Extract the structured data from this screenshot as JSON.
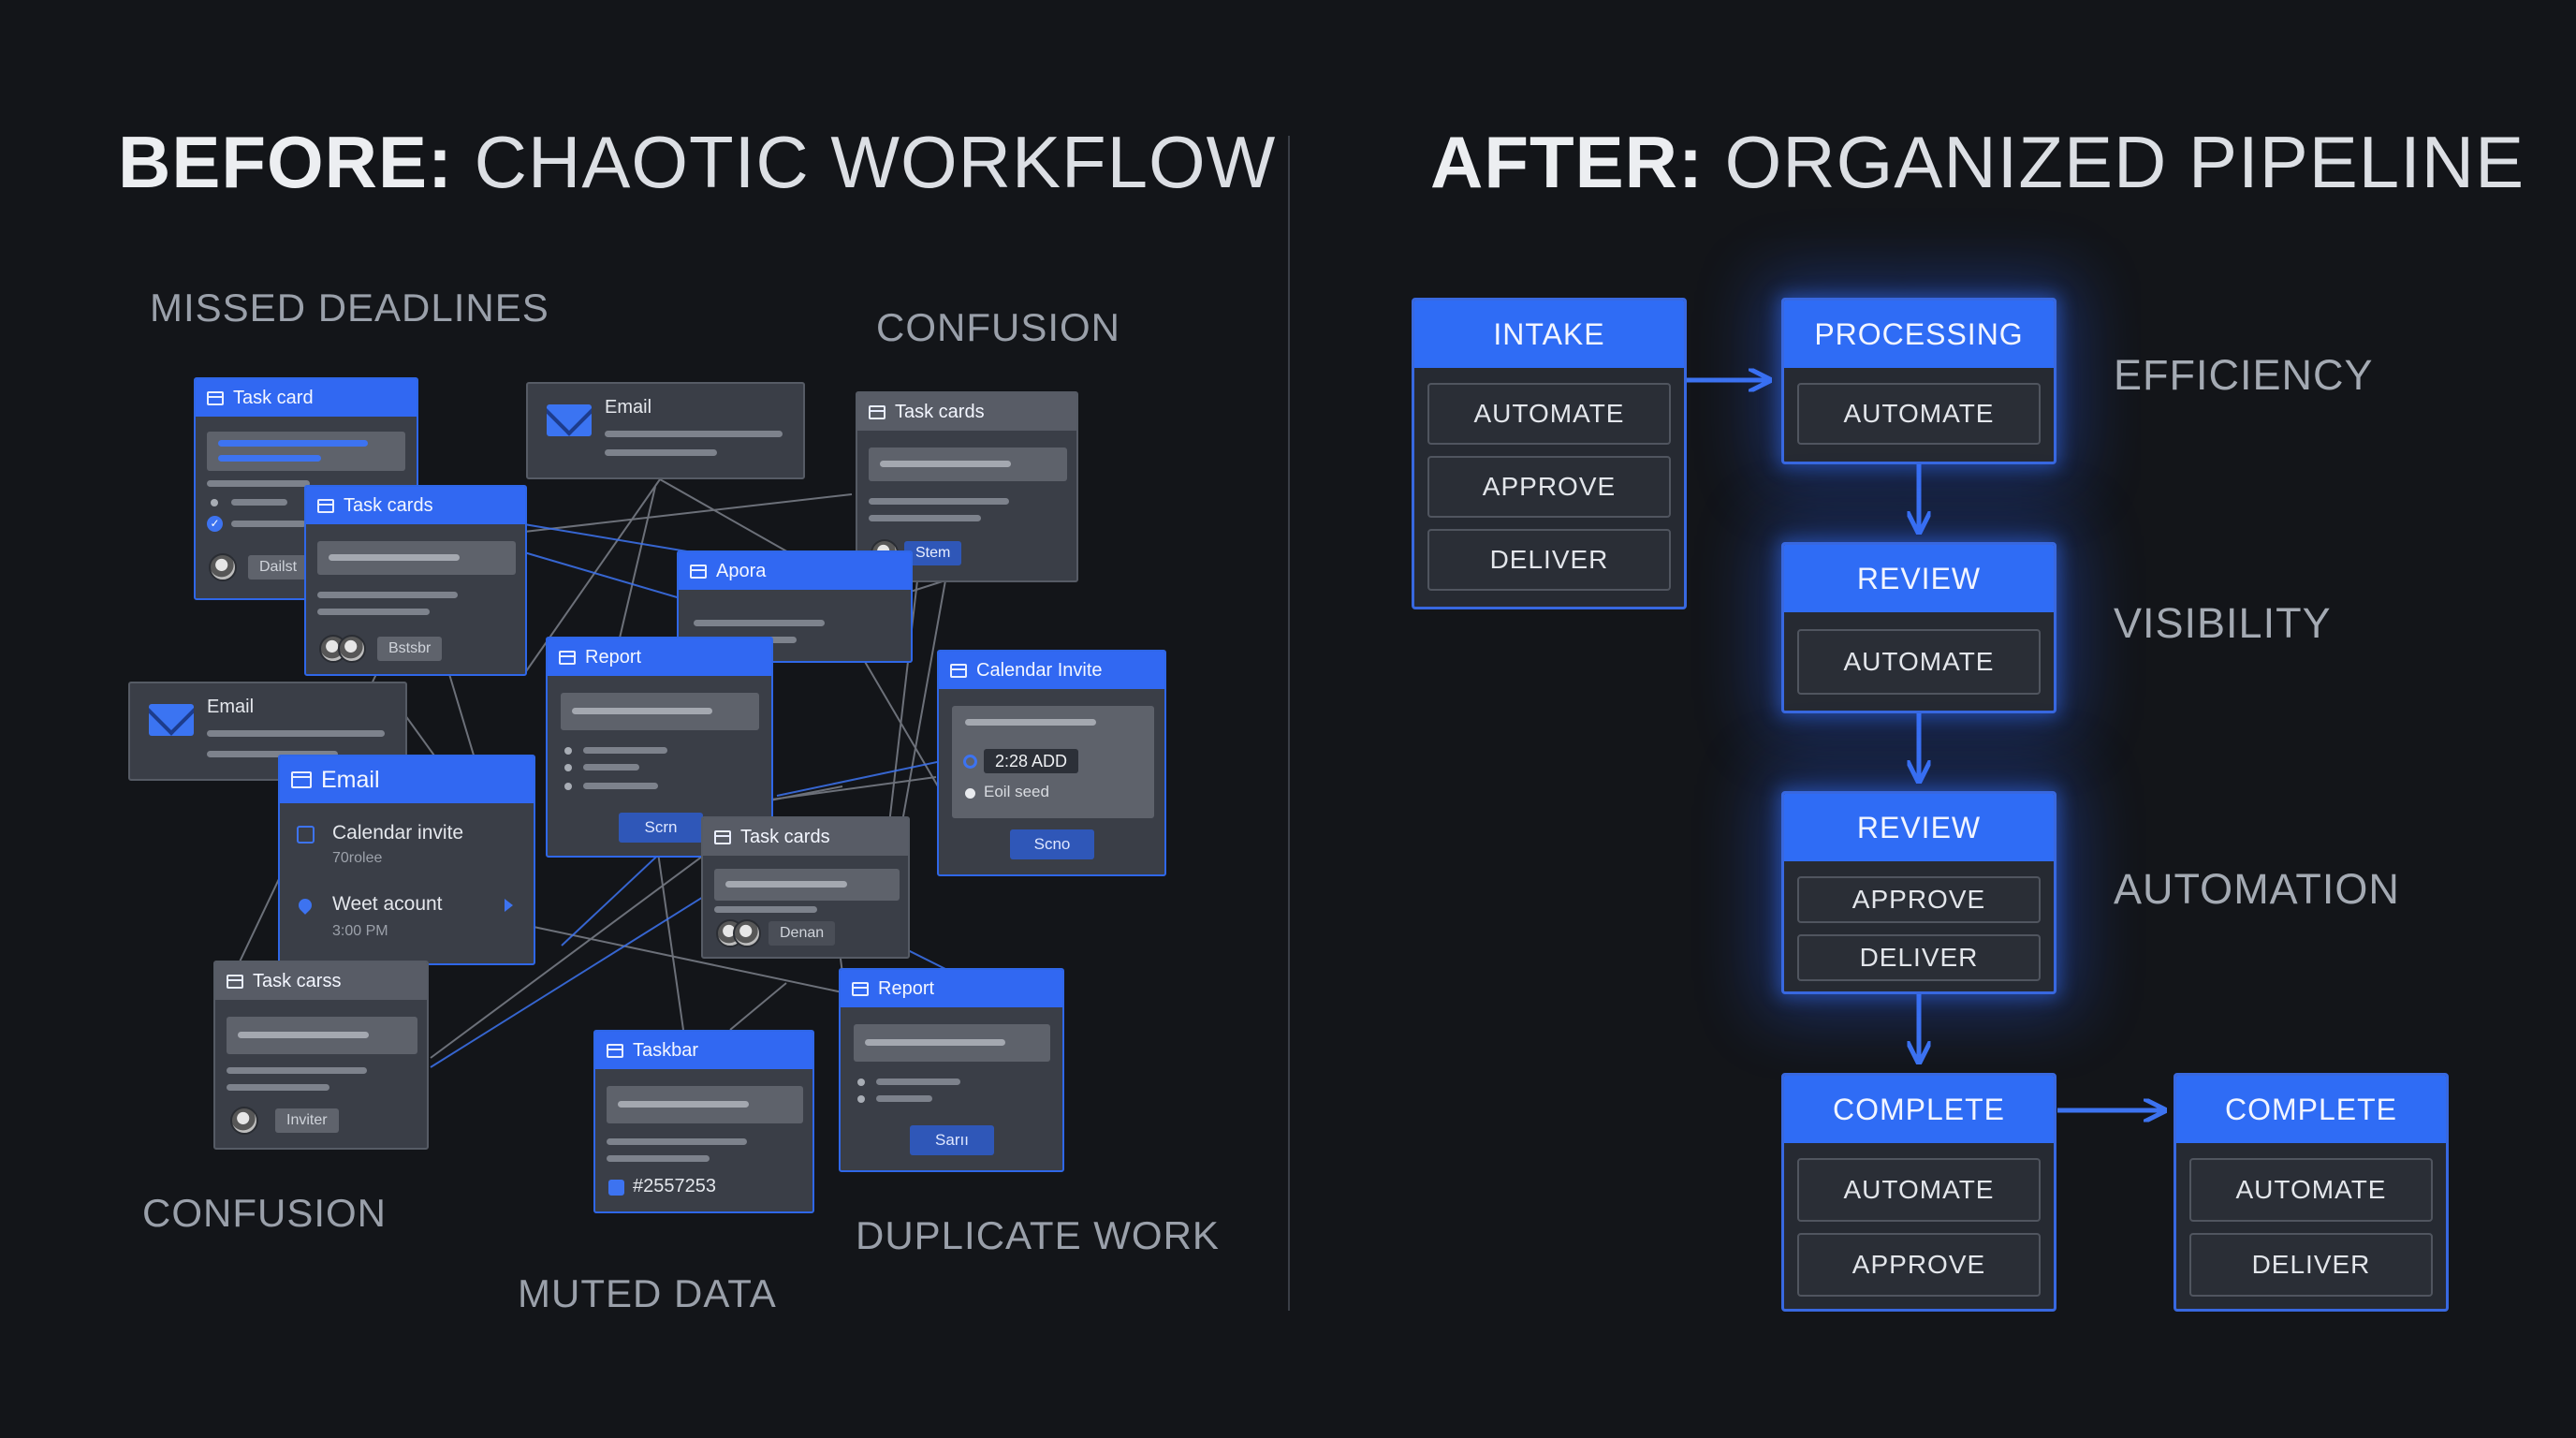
{
  "before": {
    "heading_bold": "BEFORE:",
    "heading_rest": " CHAOTIC WORKFLOW",
    "labels": {
      "missed_deadlines": "MISSED DEADLINES",
      "confusion_top": "CONFUSION",
      "confusion_bottom": "CONFUSION",
      "muted_data": "MUTED DATA",
      "duplicate_work": "DUPLICATE WORK"
    },
    "cards": {
      "task_card": {
        "title": "Task card",
        "tag": "Dailst"
      },
      "task_cards_a": {
        "title": "Task cards",
        "tag": "Bstsbr"
      },
      "email_top": {
        "title": "Email"
      },
      "task_cards_b": {
        "title": "Task cards",
        "tag": "Stem"
      },
      "apora": {
        "title": "Apora"
      },
      "report_a": {
        "title": "Report",
        "button": "Scrn"
      },
      "email_left": {
        "title": "Email"
      },
      "email_main": {
        "title": "Email",
        "item1": "Calendar invite",
        "item1_sub": "70rolee",
        "item2": "Weet acount",
        "item2_sub": "3:00 PM"
      },
      "calendar_invite": {
        "title": "Calendar Invite",
        "option1": "2:28 ADD",
        "option2": "Eoil seed",
        "button": "Scno"
      },
      "task_cards_c": {
        "title": "Task cards",
        "tag": "Denan"
      },
      "task_carss": {
        "title": "Task carss",
        "tag": "Inviter"
      },
      "taskbar": {
        "title": "Taskbar",
        "code": "#2557253"
      },
      "report_b": {
        "title": "Report",
        "button": "Sarıı"
      }
    }
  },
  "after": {
    "heading_bold": "AFTER:",
    "heading_rest": " ORGANIZED PIPELINE",
    "stages": {
      "intake": {
        "title": "INTAKE",
        "items": [
          "AUTOMATE",
          "APPROVE",
          "DELIVER"
        ]
      },
      "processing": {
        "title": "PROCESSING",
        "items": [
          "AUTOMATE"
        ]
      },
      "review1": {
        "title": "REVIEW",
        "items": [
          "AUTOMATE"
        ]
      },
      "review2": {
        "title": "REVIEW",
        "items": [
          "APPROVE",
          "DELIVER"
        ]
      },
      "complete1": {
        "title": "COMPLETE",
        "items": [
          "AUTOMATE",
          "APPROVE"
        ]
      },
      "complete2": {
        "title": "COMPLETE",
        "items": [
          "AUTOMATE",
          "DELIVER"
        ]
      }
    },
    "labels": {
      "efficiency": "EFFICIENCY",
      "visibility": "VISIBILITY",
      "automation": "AUTOMATION"
    }
  },
  "colors": {
    "background": "#131519",
    "accent": "#2f6cf5",
    "card": "#3a3e47",
    "connector": "#3d73f0"
  }
}
